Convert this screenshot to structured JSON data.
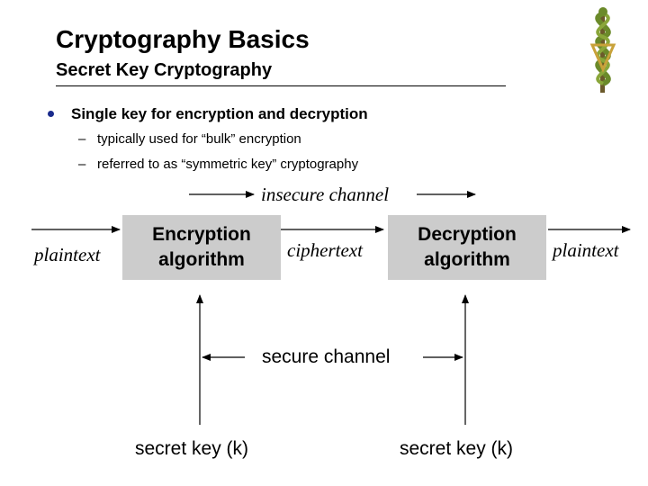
{
  "header": {
    "title": "Cryptography Basics",
    "subtitle": "Secret Key Cryptography"
  },
  "bullets": {
    "main": "Single key for encryption and decryption",
    "subs": [
      {
        "dash": "–",
        "text": "typically used for “bulk” encryption"
      },
      {
        "dash": "–",
        "text": "referred to as  “symmetric key” cryptography"
      }
    ]
  },
  "diagram": {
    "insecure_channel": "insecure channel",
    "plaintext_in": "plaintext",
    "encryption_box": {
      "line1": "Encryption",
      "line2": "algorithm"
    },
    "ciphertext": "ciphertext",
    "decryption_box": {
      "line1": "Decryption",
      "line2": "algorithm"
    },
    "plaintext_out": "plaintext",
    "secure_channel": "secure channel",
    "key_left": "secret key (k)",
    "key_right": "secret key (k)"
  },
  "icons": {
    "logo": "caduceus-logo-icon",
    "bullet": "bullet-dot-icon"
  },
  "colors": {
    "box_fill": "#cccccc",
    "bullet": "#1a2b8c",
    "logo_snake": "#6b8a2a",
    "logo_staff": "#c8a23a"
  }
}
